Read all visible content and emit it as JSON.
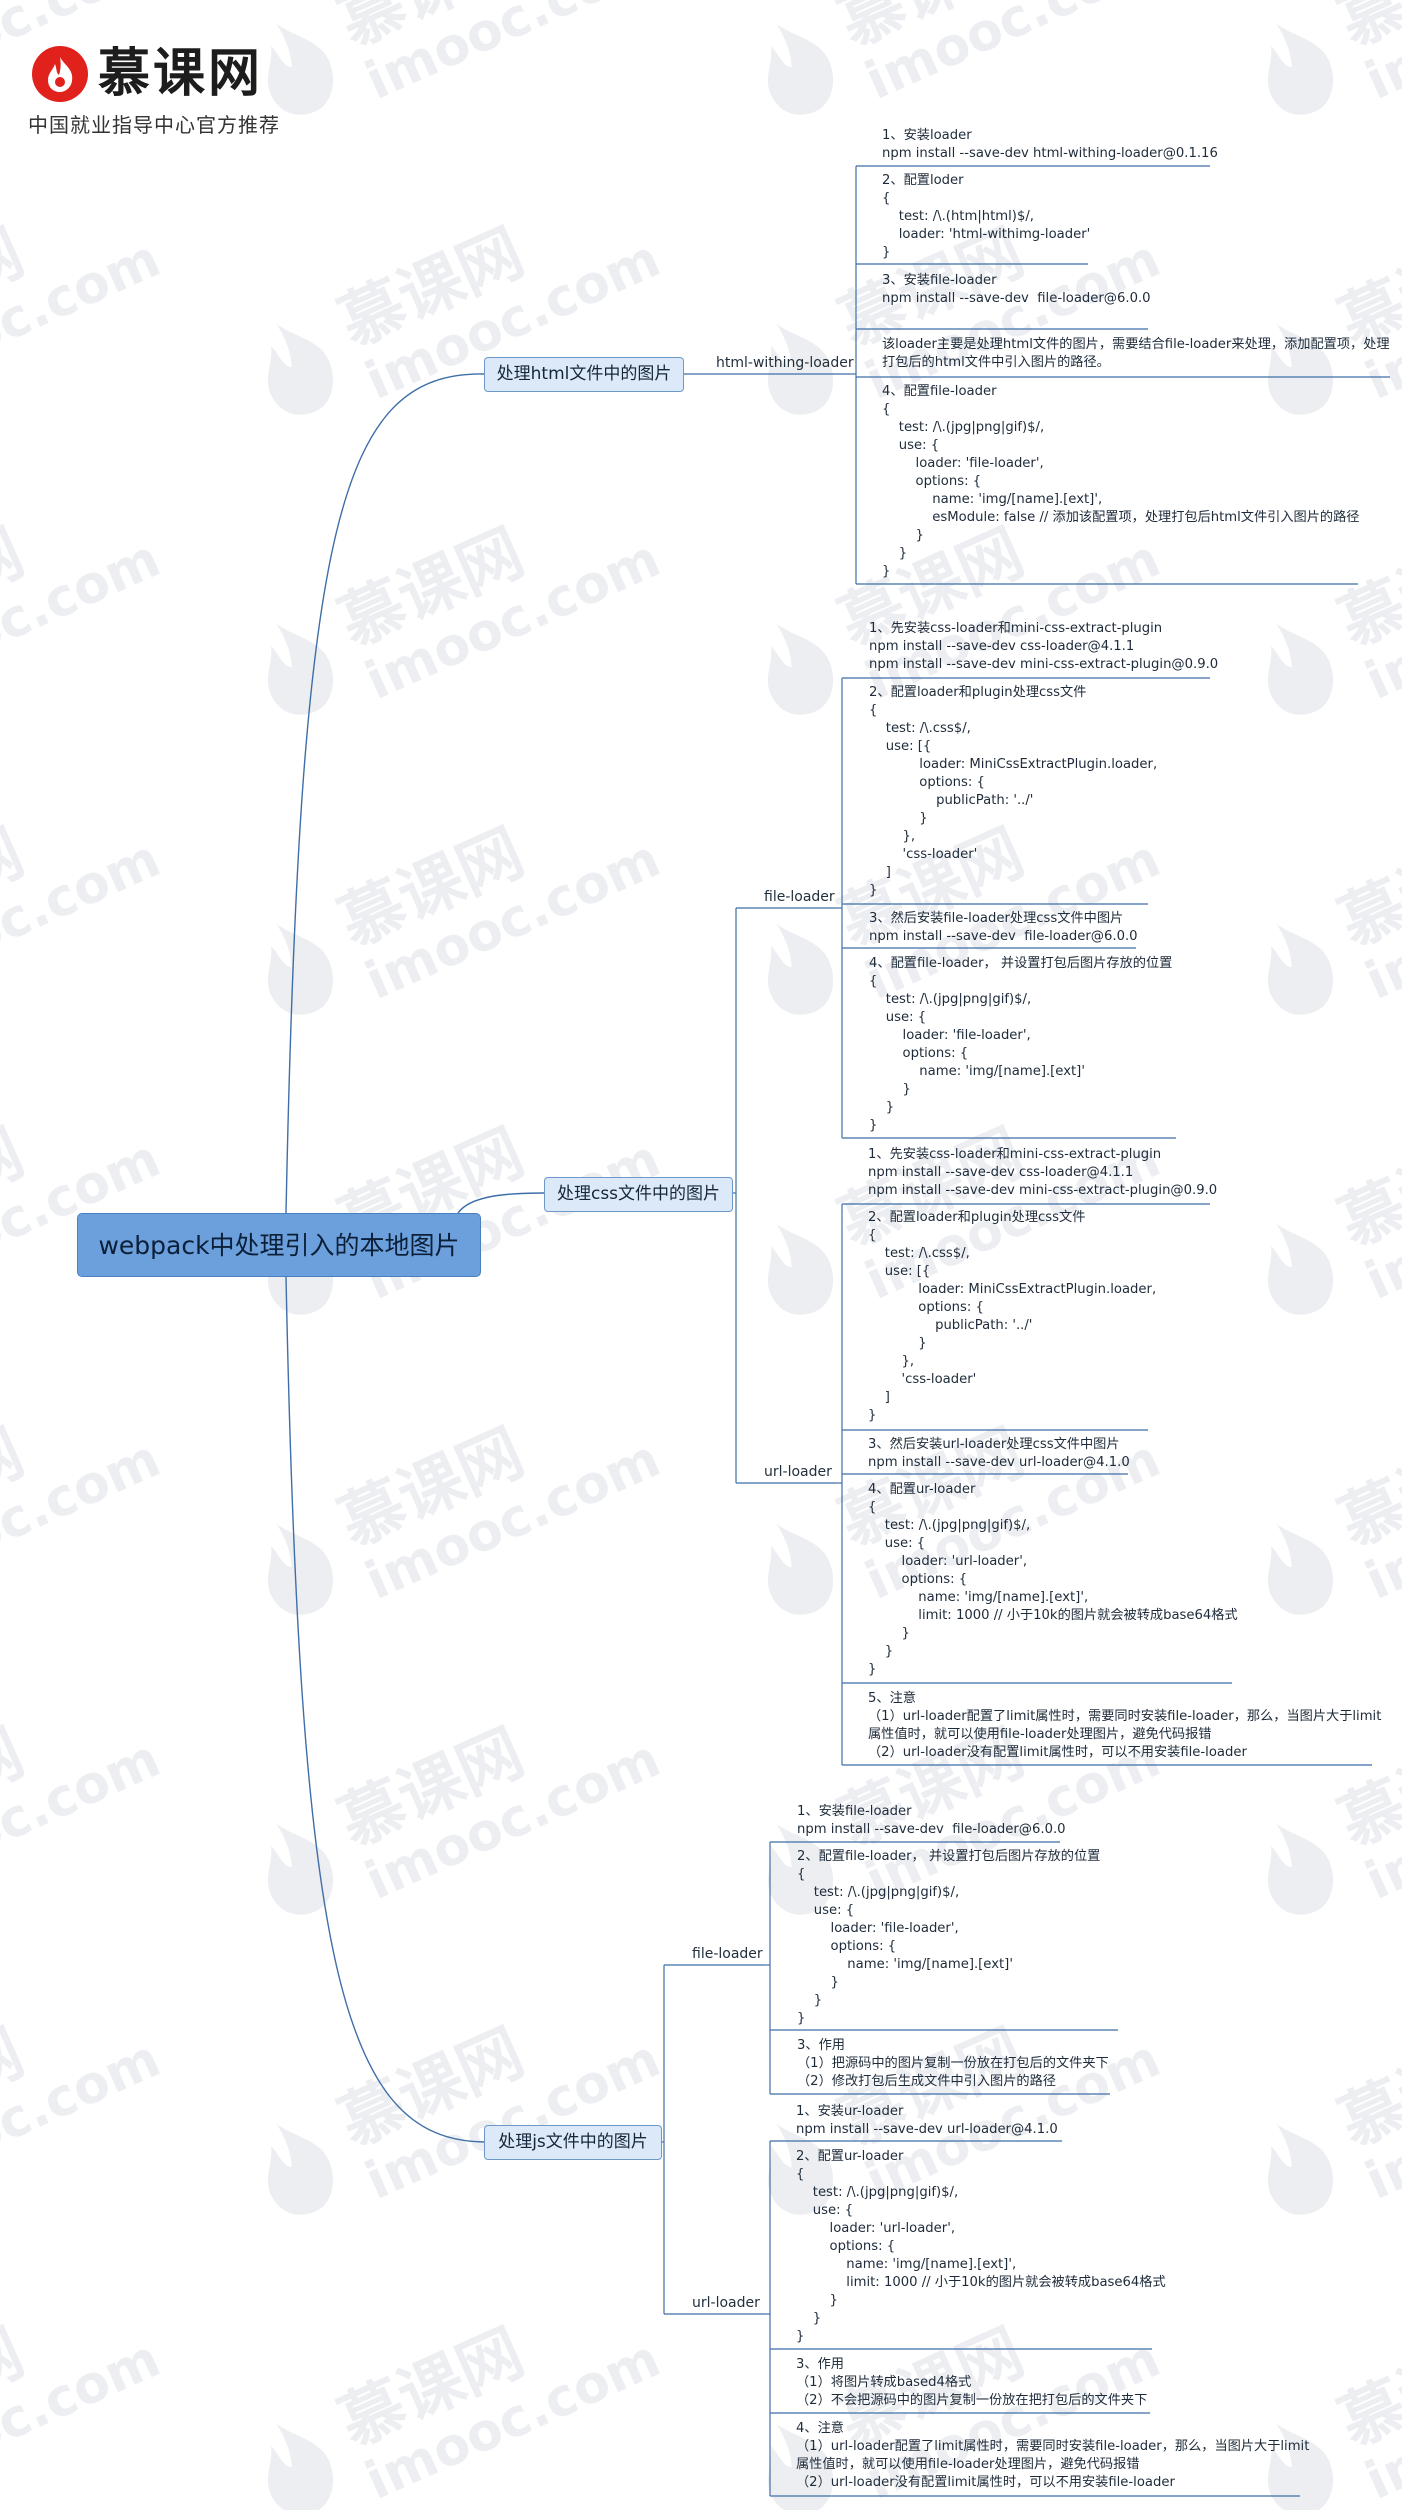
{
  "branding": {
    "logo_text": "慕课网",
    "slogan": "中国就业指导中心官方推荐",
    "watermark_brand": "慕课网",
    "watermark_domain": "imooc.com"
  },
  "colors": {
    "root_fill": "#6ba0dc",
    "topic_fill": "#dce9f8",
    "topic_border": "#6e98c9",
    "line": "#3f6ea8",
    "logo_red": "#e0211c"
  },
  "mindmap": {
    "root": "webpack中处理引入的本地图片",
    "html": {
      "title": "处理html文件中的图片",
      "branch": "html-withing-loader",
      "notes": [
        "1、安装loader\nnpm install --save-dev html-withing-loader@0.1.16",
        "2、配置loder\n{\n    test: /\\.(htm|html)$/,\n    loader: 'html-withimg-loader'\n}",
        "3、安装file-loader\nnpm install --save-dev  file-loader@6.0.0",
        "该loader主要是处理html文件的图片，需要结合file-loader来处理，添加配置项，处理\n打包后的html文件中引入图片的路径。",
        "4、配置file-loader\n{\n    test: /\\.(jpg|png|gif)$/,\n    use: {\n        loader: 'file-loader',\n        options: {\n            name: 'img/[name].[ext]',\n            esModule: false // 添加该配置项，处理打包后html文件引入图片的路径\n        }\n    }\n}"
      ]
    },
    "css": {
      "title": "处理css文件中的图片",
      "file_loader": {
        "branch": "file-loader",
        "notes": [
          "1、先安装css-loader和mini-css-extract-plugin\nnpm install --save-dev css-loader@4.1.1\nnpm install --save-dev mini-css-extract-plugin@0.9.0",
          "2、配置loader和plugin处理css文件\n{\n    test: /\\.css$/,\n    use: [{\n            loader: MiniCssExtractPlugin.loader,\n            options: {\n                publicPath: '../'\n            }\n        },\n        'css-loader'\n    ]\n}",
          "3、然后安装file-loader处理css文件中图片\nnpm install --save-dev  file-loader@6.0.0",
          "4、配置file-loader， 并设置打包后图片存放的位置\n{\n    test: /\\.(jpg|png|gif)$/,\n    use: {\n        loader: 'file-loader',\n        options: {\n            name: 'img/[name].[ext]'\n        }\n    }\n}"
        ]
      },
      "url_loader": {
        "branch": "url-loader",
        "notes": [
          "1、先安装css-loader和mini-css-extract-plugin\nnpm install --save-dev css-loader@4.1.1\nnpm install --save-dev mini-css-extract-plugin@0.9.0",
          "2、配置loader和plugin处理css文件\n{\n    test: /\\.css$/,\n    use: [{\n            loader: MiniCssExtractPlugin.loader,\n            options: {\n                publicPath: '../'\n            }\n        },\n        'css-loader'\n    ]\n}",
          "3、然后安装url-loader处理css文件中图片\nnpm install --save-dev url-loader@4.1.0",
          "4、配置ur-loader\n{\n    test: /\\.(jpg|png|gif)$/,\n    use: {\n        loader: 'url-loader',\n        options: {\n            name: 'img/[name].[ext]',\n            limit: 1000 // 小于10k的图片就会被转成base64格式\n        }\n    }\n}",
          "5、注意\n（1）url-loader配置了limit属性时，需要同时安装file-loader，那么，当图片大于limit\n属性值时，就可以使用file-loader处理图片，避免代码报错\n（2）url-loader没有配置limit属性时，可以不用安装file-loader"
        ]
      }
    },
    "js": {
      "title": "处理js文件中的图片",
      "file_loader": {
        "branch": "file-loader",
        "notes": [
          "1、安装file-loader\nnpm install --save-dev  file-loader@6.0.0",
          "2、配置file-loader， 并设置打包后图片存放的位置\n{\n    test: /\\.(jpg|png|gif)$/,\n    use: {\n        loader: 'file-loader',\n        options: {\n            name: 'img/[name].[ext]'\n        }\n    }\n}",
          "3、作用\n（1）把源码中的图片复制一份放在打包后的文件夹下\n（2）修改打包后生成文件中引入图片的路径"
        ]
      },
      "url_loader": {
        "branch": "url-loader",
        "notes": [
          "1、安装ur-loader\nnpm install --save-dev url-loader@4.1.0",
          "2、配置ur-loader\n{\n    test: /\\.(jpg|png|gif)$/,\n    use: {\n        loader: 'url-loader',\n        options: {\n            name: 'img/[name].[ext]',\n            limit: 1000 // 小于10k的图片就会被转成base64格式\n        }\n    }\n}",
          "3、作用\n（1）将图片转成based4格式\n（2）不会把源码中的图片复制一份放在把打包后的文件夹下",
          "4、注意\n（1）url-loader配置了limit属性时，需要同时安装file-loader，那么，当图片大于limit\n属性值时，就可以使用file-loader处理图片，避免代码报错\n（2）url-loader没有配置limit属性时，可以不用安装file-loader"
        ]
      }
    }
  }
}
